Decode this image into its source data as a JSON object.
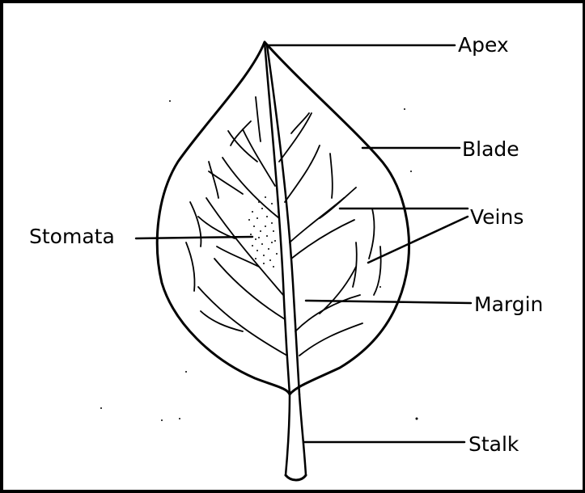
{
  "labels": {
    "apex": "Apex",
    "blade": "Blade",
    "veins": "Veins",
    "stomata": "Stomata",
    "margin": "Margin",
    "stalk": "Stalk"
  },
  "colors": {
    "ink": "#000000",
    "background": "#ffffff"
  }
}
